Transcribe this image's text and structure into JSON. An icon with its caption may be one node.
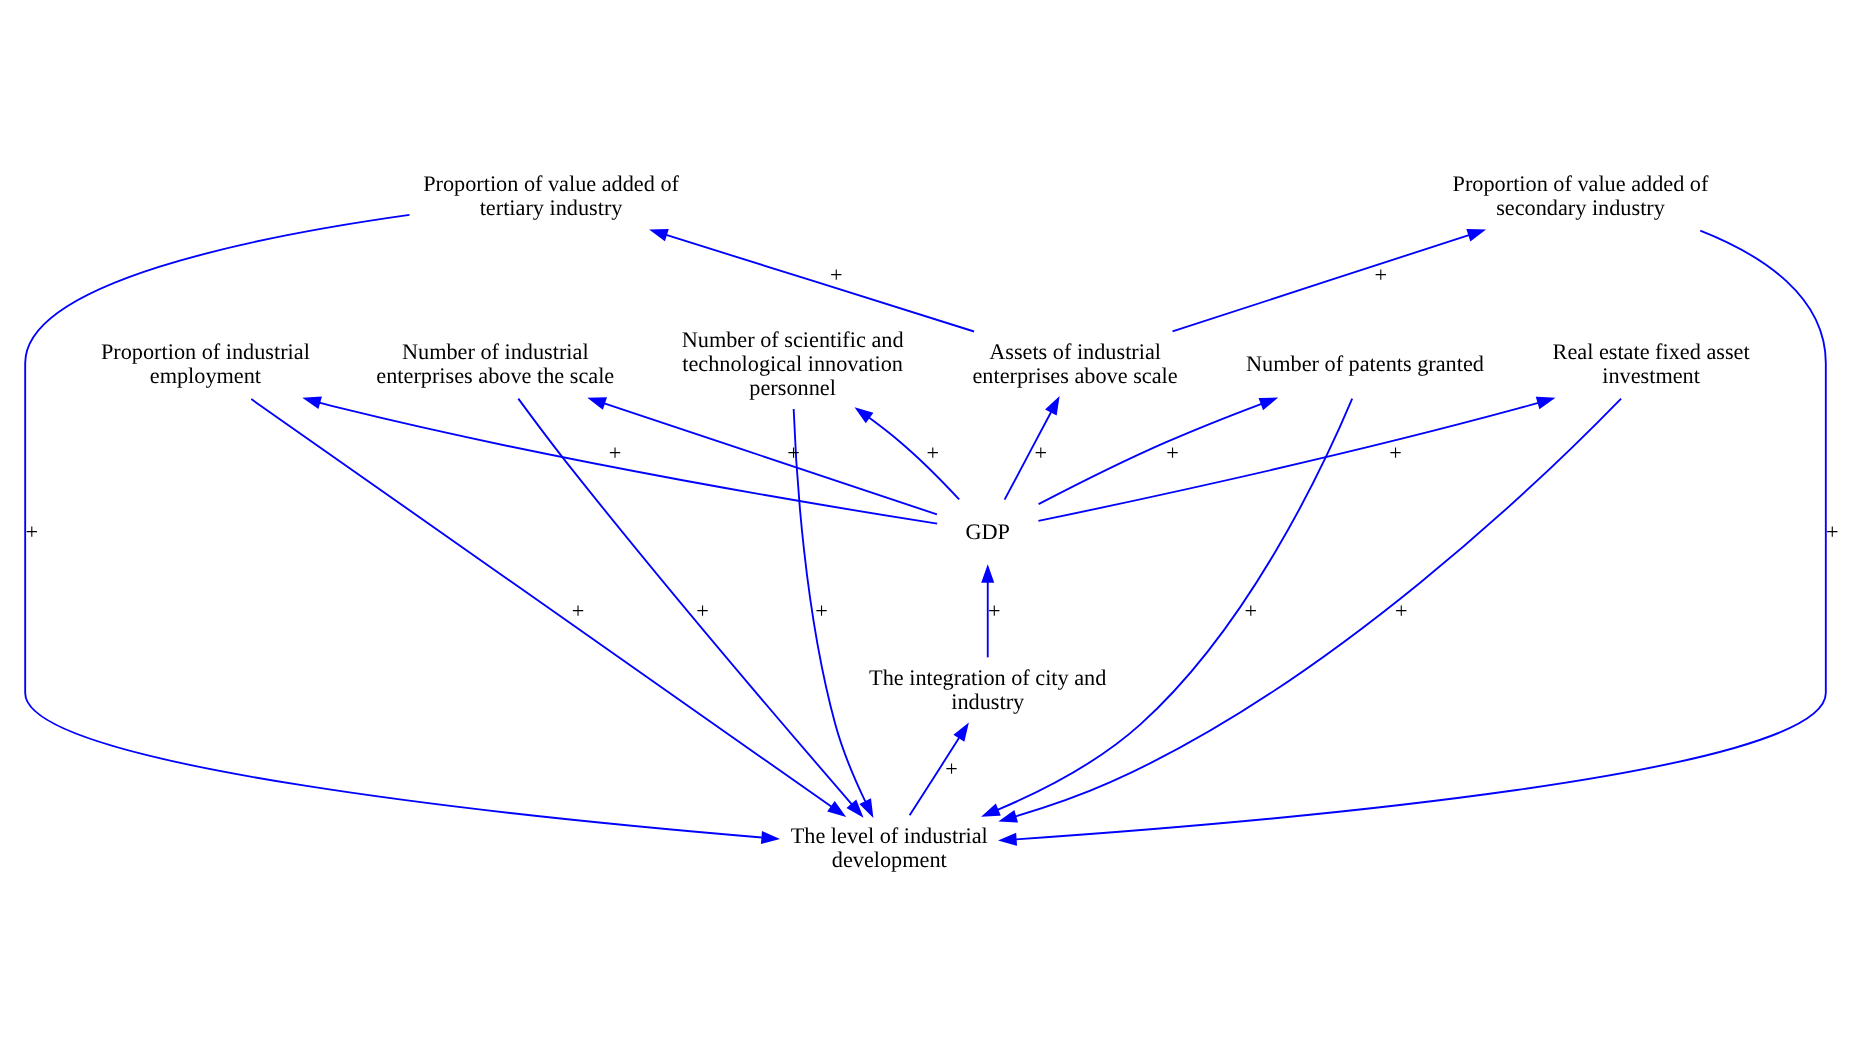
{
  "diagram": {
    "nodes": [
      {
        "text": [
          "The level of industrial development"
        ]
      },
      {
        "text": [
          "Proportion of value added of tertiary industry"
        ]
      },
      {
        "text": [
          "Proportion of value added of secondary industry"
        ]
      },
      {
        "text": [
          "Number of industrial enterprises above the scale"
        ]
      },
      {
        "text": [
          "Proportion of industrial employment"
        ]
      },
      {
        "text": [
          "Number of scientific and technological innovation personnel"
        ]
      },
      {
        "text": [
          "Assets of industrial enterprises above scale"
        ]
      },
      {
        "text": [
          "Number of patents granted"
        ]
      },
      {
        "text": [
          "The integration of city and industry"
        ]
      },
      {
        "text": [
          "Real estate fixed asset investment"
        ]
      },
      {
        "text": [
          "GDP"
        ]
      }
    ],
    "edges": [
      {
        "from": 5,
        "to": 0,
        "arrow": "to",
        "label": "+"
      },
      {
        "from": 2,
        "to": 0,
        "arrow": "to",
        "label": "+"
      },
      {
        "from": 1,
        "to": 0,
        "arrow": "to",
        "label": "+"
      },
      {
        "from": 9,
        "to": 0,
        "arrow": "to",
        "label": "+"
      },
      {
        "from": 4,
        "to": 0,
        "arrow": "to",
        "label": "+"
      },
      {
        "from": 3,
        "to": 0,
        "arrow": "to",
        "label": "+"
      },
      {
        "from": 7,
        "to": 0,
        "arrow": "to",
        "label": "+"
      },
      {
        "from": 0,
        "to": 8,
        "arrow": "to",
        "label": "+"
      },
      {
        "from": 6,
        "to": 2,
        "arrow": "to",
        "label": "+"
      },
      {
        "from": 6,
        "to": 1,
        "arrow": "to",
        "label": "+"
      },
      {
        "from": 10,
        "to": 5,
        "arrow": "to",
        "label": "+"
      },
      {
        "from": 10,
        "to": 6,
        "arrow": "to",
        "label": "+"
      },
      {
        "from": 10,
        "to": 9,
        "arrow": "to",
        "label": "+"
      },
      {
        "from": 10,
        "to": 4,
        "arrow": "to",
        "label": "+"
      },
      {
        "from": 10,
        "to": 3,
        "arrow": "to",
        "label": "+"
      },
      {
        "from": 10,
        "to": 7,
        "arrow": "to",
        "label": "+"
      },
      {
        "from": 8,
        "to": 10,
        "arrow": "to",
        "label": "+"
      }
    ]
  }
}
